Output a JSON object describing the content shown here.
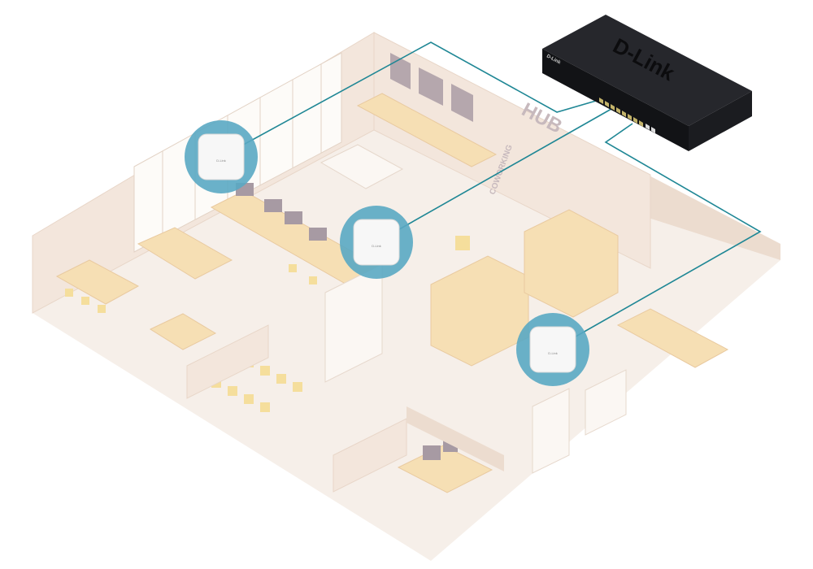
{
  "switch": {
    "brand_logo": "D-Link",
    "front_label": "D-Link",
    "port_count": 10
  },
  "wall_sign": {
    "word1": "COWORKING",
    "word2": "HUB"
  },
  "access_points": [
    {
      "id": "ap-1",
      "label": "D-Link"
    },
    {
      "id": "ap-2",
      "label": "D-Link"
    },
    {
      "id": "ap-3",
      "label": "D-Link"
    }
  ],
  "colors": {
    "cable": "#1f8795",
    "ap_highlight": "#5aa9c3",
    "switch_body": "#1b1c20",
    "floor": "#f6efe9",
    "wall": "#f3e6dc",
    "furniture": "#f6dfb4"
  }
}
